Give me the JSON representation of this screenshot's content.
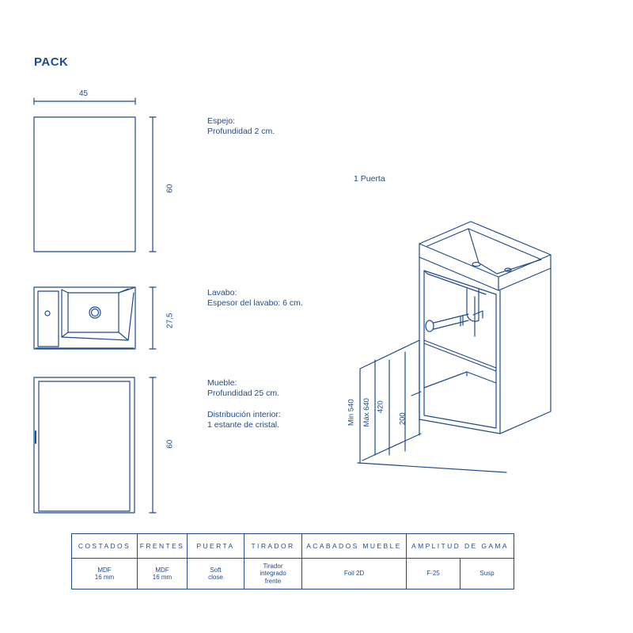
{
  "page": {
    "title": "PACK"
  },
  "dimensions": {
    "mirror_width": "45",
    "mirror_height": "60",
    "basin_depth": "27,5",
    "cabinet_height": "60"
  },
  "notes": {
    "mirror": [
      "Espejo:",
      "Profundidad 2 cm."
    ],
    "door_count": "1 Puerta",
    "basin": [
      "Lavabo:",
      "Espesor del lavabo: 6 cm."
    ],
    "cabinet": [
      "Mueble:",
      "Profundidad 25 cm."
    ],
    "interior": [
      "Distribución interior:",
      "1 estante de cristal."
    ]
  },
  "install": {
    "min": "Min 540",
    "max": "Máx 640",
    "drain": "420",
    "trap": "200"
  },
  "spec_table": {
    "headers": [
      "COSTADOS",
      "FRENTES",
      "PUERTA",
      "TIRADOR",
      "ACABADOS MUEBLE",
      "AMPLITUD DE GAMA"
    ],
    "values": [
      "MDF\n16 mm",
      "MDF\n16 mm",
      "Soft\nclose",
      "Tirador\nintegrado\nfrente",
      "Foil 2D",
      "F-25",
      "Susp"
    ]
  },
  "colors": {
    "ink": "#1f4b8c"
  }
}
